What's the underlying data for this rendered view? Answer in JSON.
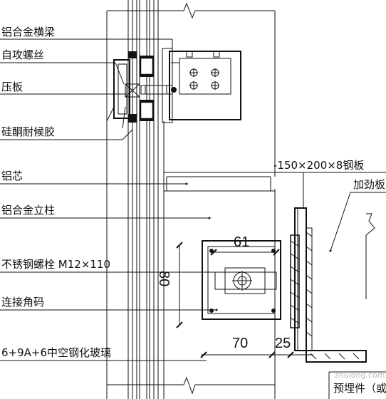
{
  "labels": {
    "aluminum_beam": "铝合金横梁",
    "self_tapping_screw": "自攻螺丝",
    "pressure_plate": "压板",
    "silicone_sealant": "硅酮耐候胶",
    "aluminum_core": "铝芯",
    "aluminum_column": "铝合金立柱",
    "stainless_bolt": "不锈钢螺栓 M12×110",
    "connecting_angle": "连接角码",
    "glass": "6+9A+6中空钢化玻璃",
    "steel_plate": "-150×200×8钢板",
    "stiffener": "加劲板",
    "embedded_part": "预埋件（或"
  },
  "dimensions": {
    "width_61": "61",
    "height_80": "80",
    "width_70": "70",
    "width_25": "25"
  },
  "watermark": "zhulong.com"
}
